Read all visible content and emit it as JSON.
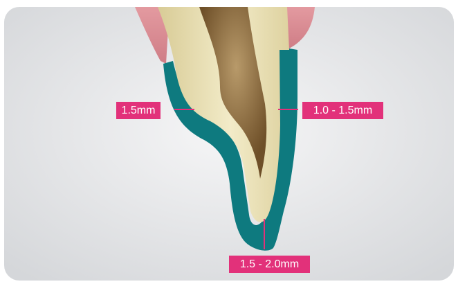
{
  "labels": {
    "left": "1.5mm",
    "right": "1.0 - 1.5mm",
    "bottom": "1.5 - 2.0mm"
  },
  "colors": {
    "panel": "#e6e7e9",
    "gum": "#d9888f",
    "crown_coat": "#0e7a7f",
    "tooth": "#e9dfb2",
    "pulp": "#8b6a3e",
    "marker": "#e2317a",
    "label_bg": "#e2317a",
    "label_text": "#ffffff"
  }
}
